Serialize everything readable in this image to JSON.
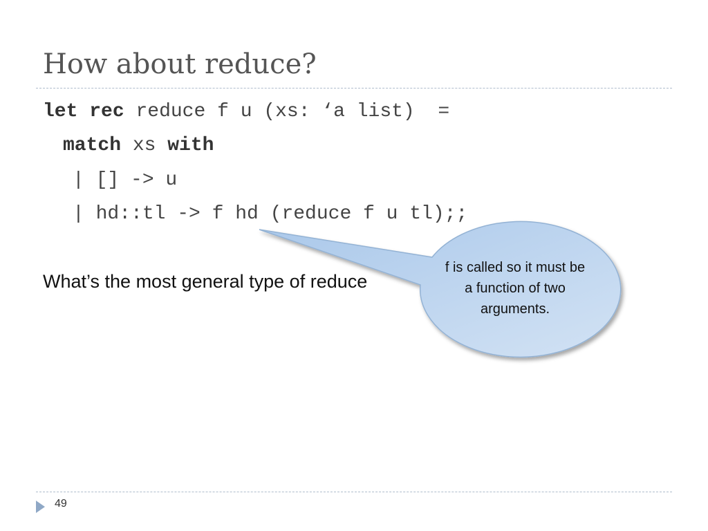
{
  "slide": {
    "title": "How about reduce?",
    "code": {
      "line1": {
        "kw1": "let",
        "kw2": "rec",
        "rest": "reduce f u (xs: ‘a list)  ="
      },
      "line2": {
        "kw1": "match",
        "mid": "xs",
        "kw2": "with"
      },
      "line3": {
        "text": "| [] -> u"
      },
      "line4": {
        "text": "| hd::tl -> f hd (reduce f u tl);;"
      }
    },
    "question": "What’s the most general type of reduce",
    "callout": {
      "text": "f is called so it must be a function of two arguments."
    },
    "page_number": "49",
    "colors": {
      "callout_fill": "#bcd4ec",
      "callout_stroke": "#93b2d4",
      "rule": "#aebccc",
      "bullet": "#8fa8c6"
    }
  }
}
